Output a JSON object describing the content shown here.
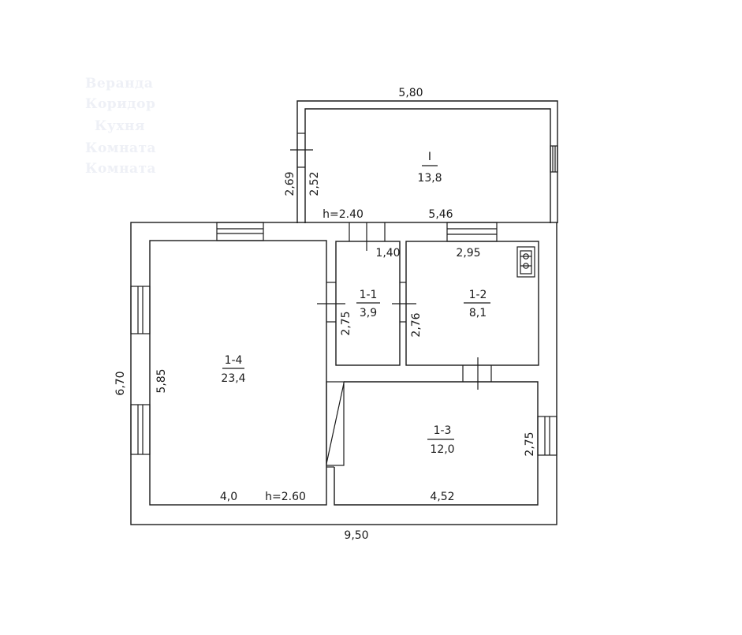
{
  "ghost_legend": [
    "Веранда",
    "Коридор",
    "Кухня",
    "Комната",
    "Комната"
  ],
  "colors": {
    "line": "#1a1a1a",
    "background": "#ffffff",
    "ghost": "#eef0f6"
  },
  "veranda": {
    "id": "I",
    "area": "13,8",
    "outer_width": "5,80",
    "inner_width": "5,46",
    "outer_depth": "2,69",
    "inner_depth": "2,52",
    "ceiling_height": "h=2.40"
  },
  "house": {
    "outer_width": "9,50",
    "outer_depth": "6,70"
  },
  "rooms": [
    {
      "id": "1-1",
      "area": "3,9",
      "width": "1,40",
      "depth": "2,75"
    },
    {
      "id": "1-2",
      "area": "8,1",
      "width": "2,95",
      "depth": "2,76"
    },
    {
      "id": "1-3",
      "area": "12,0",
      "width": "4,52",
      "depth": "2,75"
    },
    {
      "id": "1-4",
      "area": "23,4",
      "width": "4,0",
      "depth": "5,85",
      "ceiling_height": "h=2.60"
    }
  ],
  "symbols": [
    "stove-icon",
    "window-icon",
    "door-icon"
  ]
}
